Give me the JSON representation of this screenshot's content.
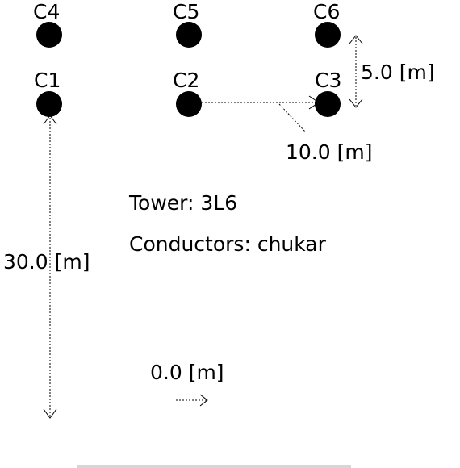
{
  "conductors": [
    {
      "id": "c4",
      "label": "C4"
    },
    {
      "id": "c5",
      "label": "C5"
    },
    {
      "id": "c6",
      "label": "C6"
    },
    {
      "id": "c1",
      "label": "C1"
    },
    {
      "id": "c2",
      "label": "C2"
    },
    {
      "id": "c3",
      "label": "C3"
    }
  ],
  "dimensions": {
    "vertical_spacing": "5.0 [m]",
    "horizontal_spacing": "10.0 [m]",
    "height": "30.0 [m]",
    "offset": "0.0 [m]"
  },
  "info": {
    "tower": "Tower: 3L6",
    "conductors": "Conductors: chukar"
  },
  "colors": {
    "conductor_fill": "#000000",
    "line": "#000000",
    "background": "#ffffff"
  }
}
